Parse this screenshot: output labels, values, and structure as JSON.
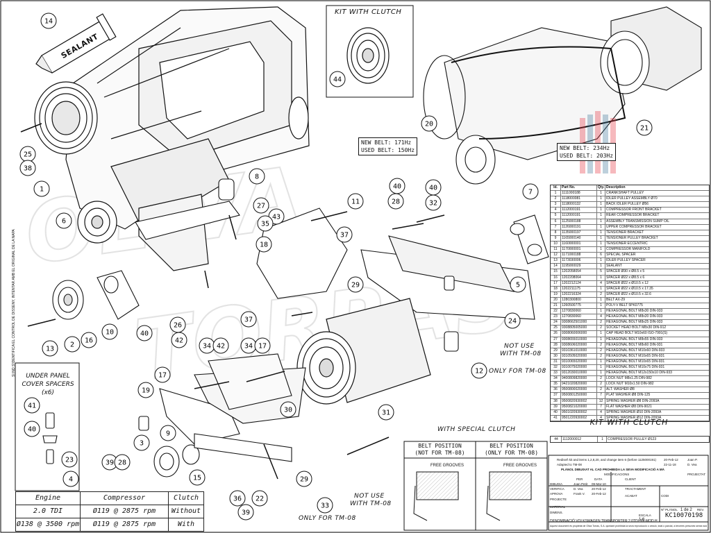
{
  "kit_with_clutch_label": "KIT WITH CLUTCH",
  "sealant_label": "SEALANT",
  "belt_left": {
    "new": "NEW BELT: 171Hz",
    "used": "USED BELT: 150Hz"
  },
  "belt_right": {
    "new": "NEW BELT: 234Hz",
    "used": "USED BELT: 203Hz"
  },
  "under_panel": [
    "UNDER PANEL",
    "COVER SPACERS",
    "(x6)"
  ],
  "not_use_1": [
    "NOT USE",
    "WITH TM-08"
  ],
  "only_for_1": "ONLY FOR TM-08",
  "not_use_2": [
    "NOT USE",
    "WITH TM-08"
  ],
  "only_for_2": "ONLY FOR TM-08",
  "with_special_clutch": "WITH SPECIAL CLUTCH",
  "belt_position": {
    "left_title": [
      "BELT POSITION",
      "(NOT FOR TM-08)"
    ],
    "right_title": [
      "BELT POSITION",
      "(ONLY FOR TM-08)"
    ],
    "free_grooves": "FREE GROOVES"
  },
  "side_text": "SI NO S'IDENTIFICA EL CONTROL DE DISSENY, INTENTAR AMB EL ORIGINAL DE LA NAPA",
  "callouts": [
    "14",
    "44",
    "20",
    "21",
    "25",
    "38",
    "1",
    "6",
    "8",
    "27",
    "43",
    "35",
    "18",
    "40",
    "28",
    "40",
    "32",
    "11",
    "7",
    "37",
    "29",
    "37",
    "5",
    "24",
    "26",
    "13",
    "2",
    "16",
    "10",
    "40",
    "42",
    "34",
    "42",
    "34",
    "17",
    "19",
    "12",
    "41",
    "40",
    "23",
    "4",
    "17",
    "9",
    "3",
    "39",
    "28",
    "15",
    "36",
    "22",
    "39",
    "33",
    "29",
    "30",
    "31"
  ],
  "parts_table": {
    "headers": [
      "Id.",
      "Part No.",
      "Qty.",
      "Description"
    ],
    "rows": [
      [
        "1",
        "1111000188",
        "1",
        "CRANKSHAFT PULLEY"
      ],
      [
        "2",
        "1118000081",
        "1",
        "IDLER PULLEY ASSEMBLY Ø70"
      ],
      [
        "3",
        "1118000132",
        "1",
        "BACK IDLER PULLEY Ø56"
      ],
      [
        "4",
        "1112000191",
        "1",
        "COMPRESSOR FRONT BRACKET"
      ],
      [
        "5",
        "1112000191",
        "1",
        "REAR COMPRESSOR BRACKET"
      ],
      [
        "6",
        "1125000188",
        "1",
        "ASSEMBLY TRANSMISSION SUMP OIL"
      ],
      [
        "7",
        "1126000191",
        "1",
        "UPPER COMPRESSOR BRACKET"
      ],
      [
        "8",
        "1135000197",
        "1",
        "TENSIONER BRACKET"
      ],
      [
        "9",
        "1165000140",
        "1",
        "TENSIONER PULLEY BRACKET"
      ],
      [
        "10",
        "1160000001",
        "1",
        "TENSIONER ECCENTRIC"
      ],
      [
        "11",
        "1170000001",
        "1",
        "COMPRESSOR MANIFOLD"
      ],
      [
        "12",
        "1171000188",
        "6",
        "SPECIAL SPACER"
      ],
      [
        "13",
        "1173030006",
        "1",
        "IDLER PULLEY SPACER"
      ],
      [
        "14",
        "1195000029",
        "1",
        "SEALANT"
      ],
      [
        "15",
        "1202058054",
        "5",
        "SPACER Ø30 x Ø8.5 x 5"
      ],
      [
        "16",
        "1202208064",
        "1",
        "SPACER Ø22 x Ø8.5 x 6"
      ],
      [
        "17",
        "1202212124",
        "4",
        "SPACER Ø22 x Ø10.5 x 12"
      ],
      [
        "18",
        "1202211175",
        "1",
        "SPACER Ø22 x Ø10.5 x 17.35"
      ],
      [
        "19",
        "1202216324",
        "2",
        "SPACER Ø22 x Ø10.5 x 32.6"
      ],
      [
        "20",
        "1280300800",
        "1",
        "BELT AX-29"
      ],
      [
        "21",
        "1260500775",
        "1",
        "POLY-V BELT 5PK0775"
      ],
      [
        "22",
        "1270830060",
        "1",
        "HEXAGONAL BOLT M8x30 DIN-933"
      ],
      [
        "23",
        "1270830060",
        "4",
        "HEXAGONAL BOLT M8x20 DIN-933"
      ],
      [
        "24",
        "9308662501000",
        "2",
        "HEXAGONAL BOLT M8x25 DIN-933"
      ],
      [
        "25",
        "9308805005000",
        "2",
        "SOCKET HEAD BOLT M8x30 DIN-912"
      ],
      [
        "26",
        "9308060006000",
        "1",
        "CAP HEAD BOLT M10x60 ISO-7991(S)"
      ],
      [
        "27",
        "9308655010000",
        "1",
        "HEXAGONAL BOLT M8x55 DIN-933"
      ],
      [
        "28",
        "9308606020000",
        "2",
        "HEXAGONAL BOLT M8x60 DIN-931"
      ],
      [
        "29",
        "9310361010000",
        "2",
        "HEXAGONAL BOLT M10x60 DIN-933"
      ],
      [
        "30",
        "9310505020000",
        "2",
        "HEXAGONAL BOLT M10x65 DIN-931"
      ],
      [
        "31",
        "9310065020000",
        "1",
        "HEXAGONAL BOLT M10x65 DIN-931"
      ],
      [
        "32",
        "9310075020000",
        "1",
        "HEXAGONAL BOLT M10x75 DIN-931"
      ],
      [
        "33",
        "9312030010000",
        "1",
        "HEXAGONAL BOLT M12x150x10 DIN-933"
      ],
      [
        "34",
        "9400809820000",
        "2",
        "LOCK NUT M8x1.25 DIN-982"
      ],
      [
        "35",
        "9421020820000",
        "2",
        "LOCK NUT M10x1.50 DIN-982"
      ],
      [
        "36",
        "9500800020000",
        "2",
        "ALT. WASHER Ø8"
      ],
      [
        "37",
        "9500801250000",
        "7",
        "PLAT WASHER Ø8 DIN-125"
      ],
      [
        "38",
        "9500820930002",
        "12",
        "SPRING WASHER Ø8 DIN-2093A"
      ],
      [
        "39",
        "9500821020000",
        "7",
        "FLAT WASHER Ø8 DIN-9021"
      ],
      [
        "40",
        "9501020930002",
        "4",
        "SPRING WASHER Ø10 DIN-2093A"
      ],
      [
        "41",
        "9501220930002",
        "4",
        "SPRING WASHER Ø12 DIN-2093A"
      ]
    ]
  },
  "kit_table_title": "KIT WITH CLUTCH",
  "kit_table_row": [
    "44",
    "1112000012",
    "1",
    "COMPRESSOR PULLEY Ø123"
  ],
  "spec_table": {
    "headers": [
      "Engine",
      "Compressor",
      "Clutch"
    ],
    "rows": [
      [
        "2.0 TDI",
        "Ø119 @ 2875 rpm",
        "Without"
      ],
      [
        "Ø138 @ 3500 rpm",
        "Ø119 @ 2875 rpm",
        "With"
      ]
    ]
  },
  "title_block": {
    "revision_1": "Rediseñ kit and items 1,2,8,20, and change item 6 (before 1125000191)",
    "revision_2": "Adapted to TM-08",
    "rev_date_1": "20-Feb-12",
    "rev_date_2": "22-11-18",
    "rev_name_1": "Joan P.",
    "rev_name_2": "D. Vea",
    "notice": "PLÀNOL DIBUIXAT AL CAD PROHIBIDA LA SEVA MODIFICACIÓ A MÀ",
    "client_label": "CLIENT",
    "tractament_label": "TRACTAMENT",
    "acabat_label": "ACABAT",
    "codi_label": "CODI",
    "drawing_no_label": "Nº PLÀNOL",
    "sheet": "1 de 2",
    "rev": "REV.",
    "denomination": "DENOMINACIÓ VOLKSWAGEN TRANSPORTER 2.0TDI 09/-MOD.H",
    "code": "KC10070198",
    "scale_label": "ESCALA",
    "scale": "1:6",
    "dibuixa": "Joan Petit",
    "dibuixa_date": "09-Mar-10",
    "verifica": "D. Vea",
    "verifica_date": "20-Feb-12",
    "aprova": "Frank V.",
    "aprova_date": "20-Feb-12",
    "projecte_label": "PROJECTE",
    "material_label": "MATERIAL",
    "dimens_label": "DIMENS.",
    "per_label": "PER",
    "data_label": "DATA",
    "dibuixa_label": "DIBUIXA",
    "verifica_label": "VERIFICA",
    "aprova_label": "APROVA",
    "modificacions_label": "MODIFICACIONS",
    "projectat_label": "PROJECTAT",
    "footer": "Aquest document és propietat de Oliva Torras, S.A. quedant prohibida la seva reproducció o cessió, total o parcial, a terceres persones sense autorització prèvia."
  }
}
